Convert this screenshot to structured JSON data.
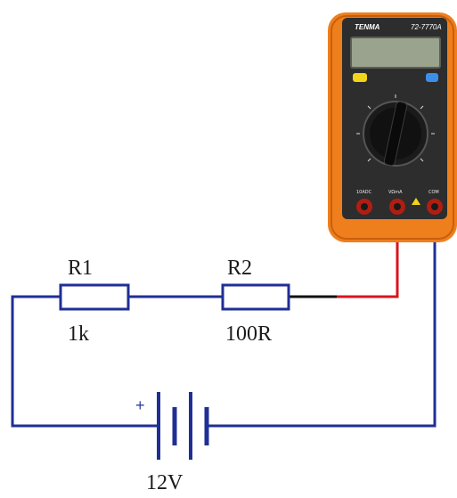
{
  "components": {
    "r1": {
      "name": "R1",
      "value": "1k"
    },
    "r2": {
      "name": "R2",
      "value": "100R"
    },
    "battery": {
      "value": "12V",
      "polarity": "+"
    }
  },
  "meter": {
    "brand": "TENMA",
    "model": "72-7770A",
    "jacks": [
      "10ADC",
      "VΩmA",
      "COM"
    ]
  },
  "colors": {
    "wire_circuit": "#1f2f96",
    "wire_black": "#111111",
    "probe_red": "#d8141c",
    "meter_body": "#ef7e1d",
    "meter_face": "#2d2d2d"
  }
}
